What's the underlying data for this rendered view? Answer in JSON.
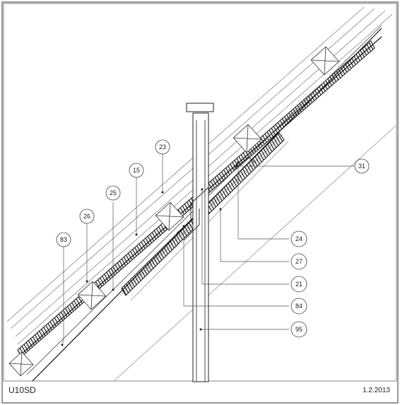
{
  "drawing": {
    "code": "U10SD",
    "date": "1.2.2013"
  },
  "callouts": [
    {
      "id": "c83",
      "label": "83"
    },
    {
      "id": "c26",
      "label": "26"
    },
    {
      "id": "c25",
      "label": "25"
    },
    {
      "id": "c15",
      "label": "15"
    },
    {
      "id": "c23",
      "label": "23"
    },
    {
      "id": "c31",
      "label": "31"
    },
    {
      "id": "c24",
      "label": "24"
    },
    {
      "id": "c27",
      "label": "27"
    },
    {
      "id": "c21",
      "label": "21"
    },
    {
      "id": "c84",
      "label": "84"
    },
    {
      "id": "c95",
      "label": "95"
    }
  ]
}
